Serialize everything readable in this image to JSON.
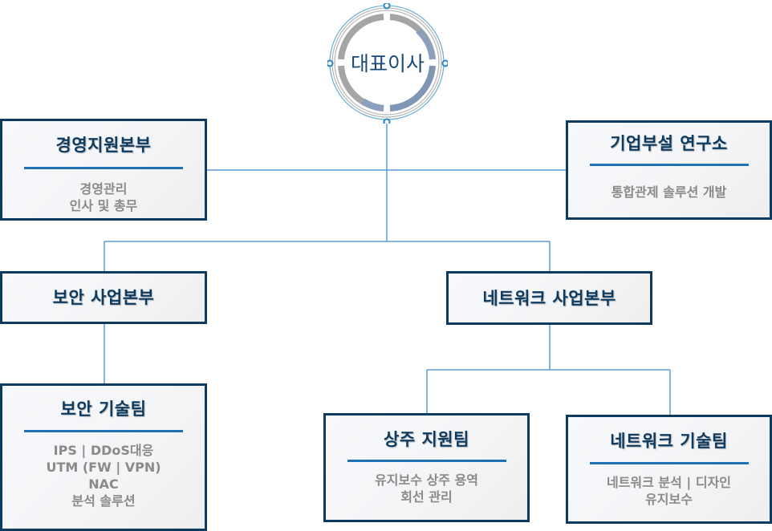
{
  "colors": {
    "box_border": "#0d3a5f",
    "title_text": "#0d3a5f",
    "desc_text": "#8a8a8a",
    "accent_rule": "#1e73b8",
    "connector": "#5b9bd5",
    "ring_gray": "#a8a8a8",
    "ring_blue": "#7f97b4"
  },
  "ceo": {
    "label": "대표이사"
  },
  "management_support": {
    "title": "경영지원본부",
    "lines": [
      "경영관리",
      "인사 및 총무"
    ]
  },
  "research_lab": {
    "title": "기업부설 연구소",
    "lines": [
      "통합관제 솔루션 개발"
    ]
  },
  "security_division": {
    "title": "보안 사업본부"
  },
  "network_division": {
    "title": "네트워크 사업본부"
  },
  "security_tech_team": {
    "title": "보안 기술팀",
    "lines": [
      "IPS | DDoS대응",
      "UTM (FW | VPN)",
      "NAC",
      "분석 솔루션"
    ]
  },
  "onsite_support_team": {
    "title": "상주 지원팀",
    "lines": [
      "유지보수 상주 용역",
      "회선 관리"
    ]
  },
  "network_tech_team": {
    "title": "네트워크 기술팀",
    "lines": [
      "네트워크 분석 | 디자인",
      "유지보수"
    ]
  }
}
